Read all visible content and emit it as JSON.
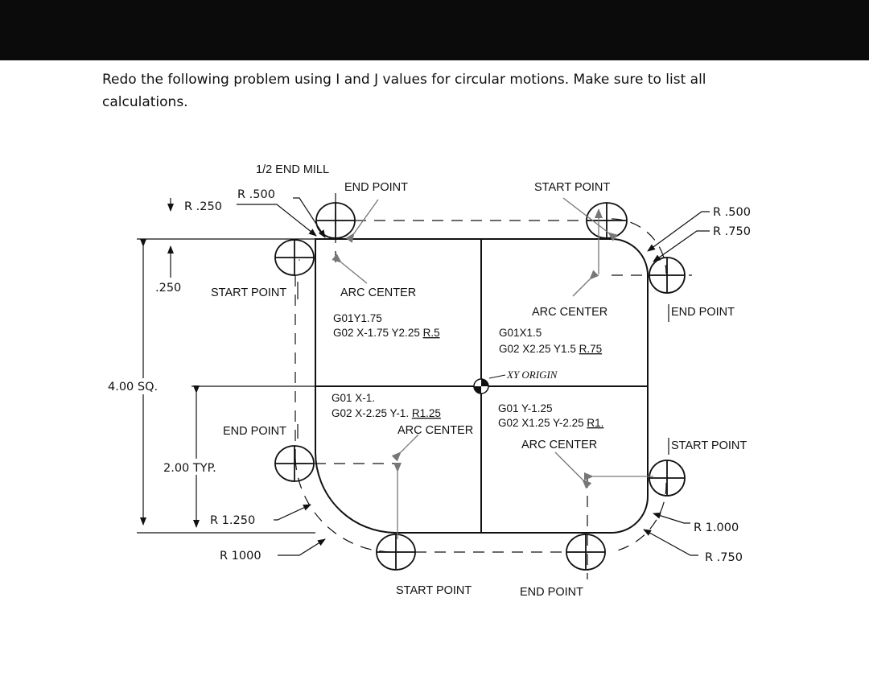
{
  "header": {
    "instructions": "Redo the following problem using I and J values for circular motions. Make sure to list all calculations."
  },
  "drawing": {
    "tool_label": "1/2 END MILL",
    "dims": {
      "r_500_left": "R .500",
      "r_250_left": "R .250",
      "d_250": ".250",
      "d_400_sq": "4.00 SQ.",
      "d_200_typ": "2.00 TYP.",
      "r_1250": "R 1.250",
      "r_1000_left": "R 1000",
      "r_500_right": "R .500",
      "r_750_right_top": "R .750",
      "r_1000_right": "R 1.000",
      "r_750_right_bottom": "R .750"
    },
    "labels": {
      "end_point_top": "END POINT",
      "start_point_top": "START POINT",
      "start_point_left": "START POINT",
      "end_point_right": "END POINT",
      "end_point_left": "END POINT",
      "start_point_right": "START POINT",
      "start_point_bottom": "START POINT",
      "end_point_bottom": "END POINT",
      "xy_origin": "XY ORIGIN"
    },
    "quadrants": {
      "top_left": {
        "center": "ARC CENTER",
        "line1": "G01Y1.75",
        "line2_prefix": "G02 X-1.75 Y2.25 ",
        "line2_r": "R.5"
      },
      "top_right": {
        "center": "ARC CENTER",
        "line1": "G01X1.5",
        "line2_prefix": "G02 X2.25 Y1.5 ",
        "line2_r": "R.75"
      },
      "bottom_left": {
        "line1": "G01 X-1.",
        "line2_prefix": "G02 X-2.25 Y-1. ",
        "line2_r": "R1.25",
        "center": "ARC CENTER"
      },
      "bottom_right": {
        "line1": "G01 Y-1.25",
        "line2_prefix": "G02 X1.25 Y-2.25 ",
        "line2_r": "R1.",
        "center": "ARC CENTER"
      }
    }
  }
}
